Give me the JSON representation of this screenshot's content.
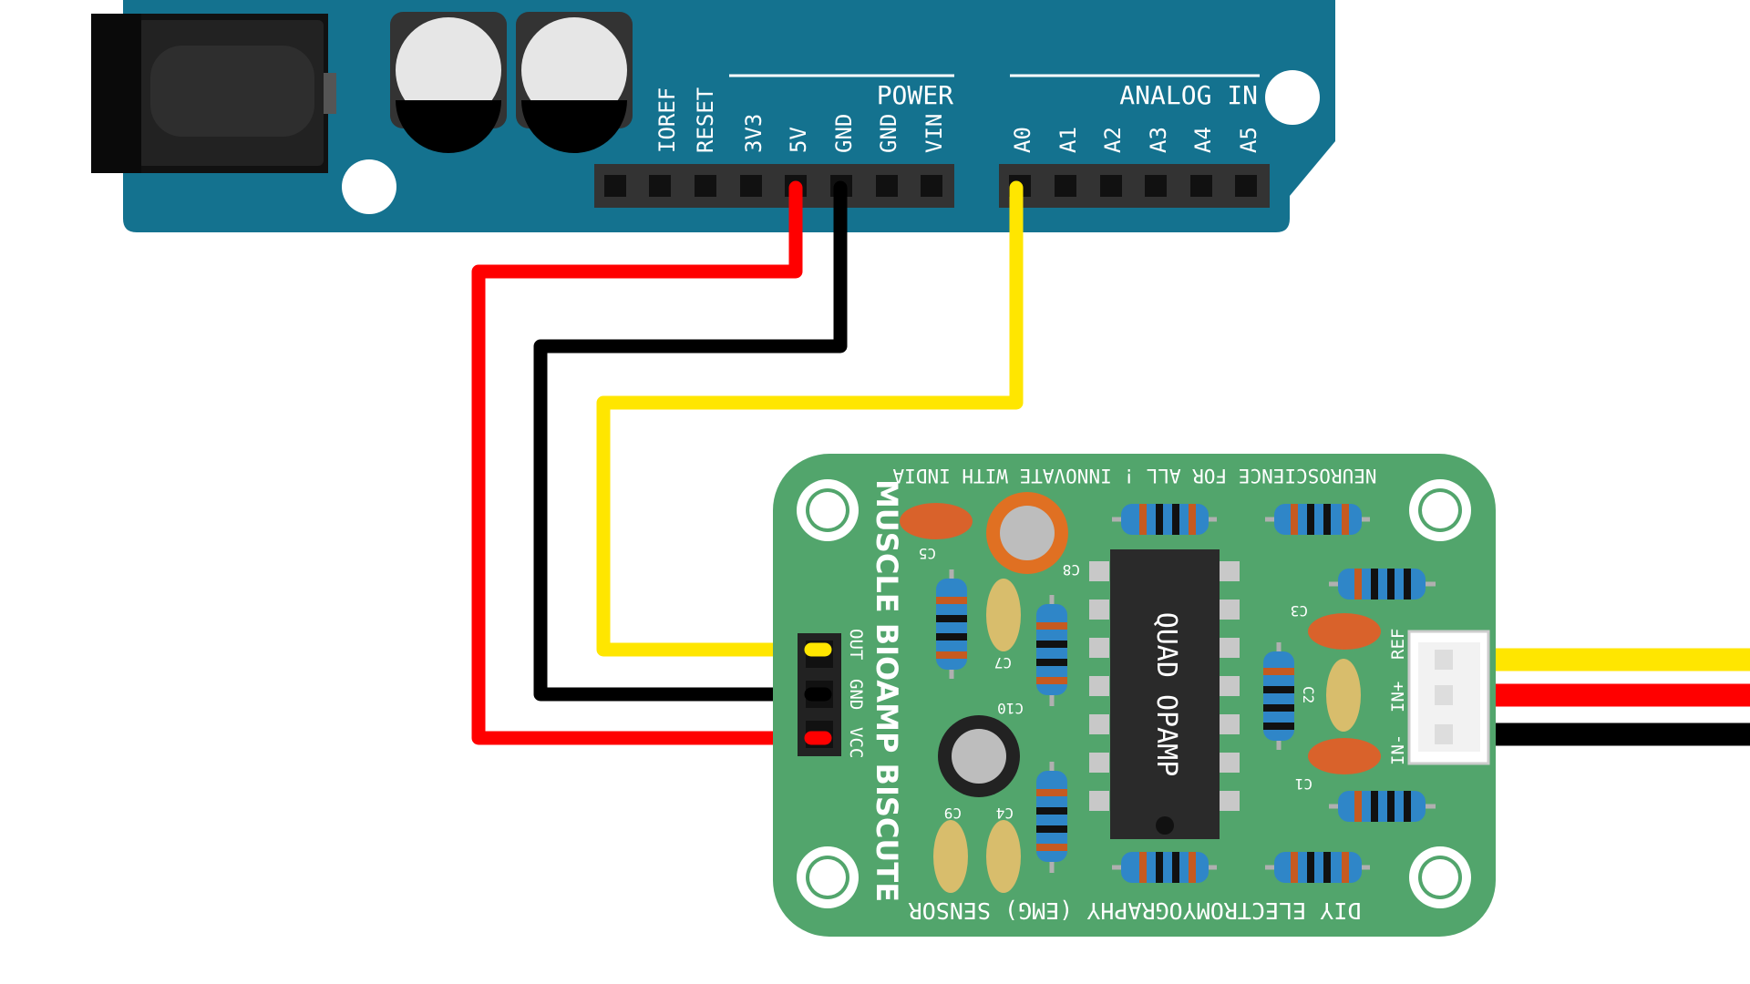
{
  "arduino": {
    "power_header_title": "POWER",
    "analog_header_title": "ANALOG IN",
    "power_pins": [
      "IOREF",
      "RESET",
      "3V3",
      "5V",
      "GND",
      "GND",
      "VIN"
    ],
    "analog_pins": [
      "A0",
      "A1",
      "A2",
      "A3",
      "A4",
      "A5"
    ],
    "board_color": "#14728f"
  },
  "sensor": {
    "board_color": "#52a56c",
    "title": "MUSCLE BIOAMP BISCUTE",
    "top_slogan": "NEUROSCIENCE FOR ALL ! INNOVATE WITH INDIA",
    "bottom_label": "DIY ELECTROMYOGRAPHY (EMG) SENSOR",
    "chip_label": "QUAD OPAMP",
    "output_pins": [
      "OUT",
      "GND",
      "VCC"
    ],
    "input_pins": [
      "REF",
      "IN+",
      "IN-"
    ],
    "component_labels": {
      "c1": "C1",
      "c2": "C2",
      "c3": "C3",
      "c4": "C4",
      "c5": "C5",
      "c7": "C7",
      "c8": "C8",
      "c9": "C9",
      "c10": "C10"
    }
  },
  "wire_colors": {
    "vcc": "#ff0000",
    "gnd": "#000000",
    "signal": "#ffe600"
  }
}
